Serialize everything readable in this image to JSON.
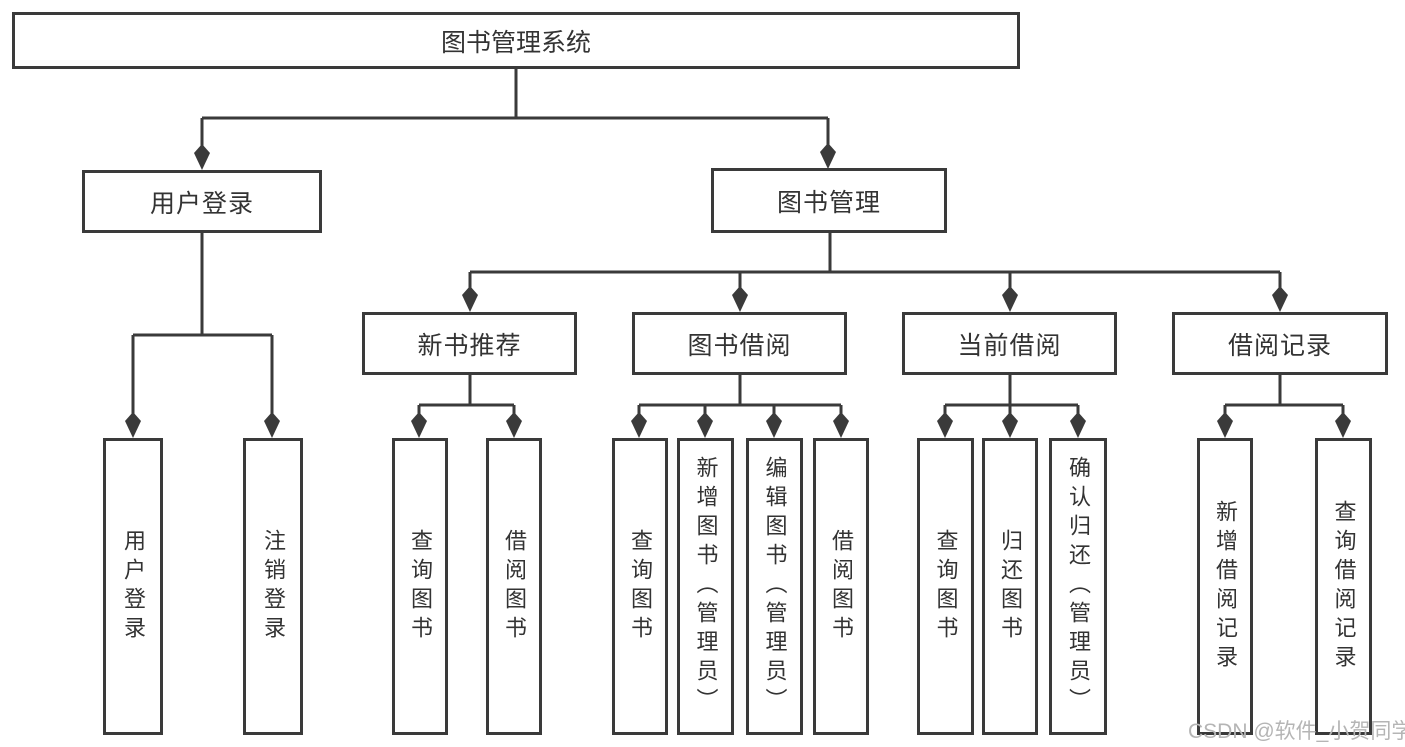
{
  "tree": {
    "label": "图书管理系统",
    "children": [
      {
        "label": "用户登录",
        "children": [
          {
            "label": "用户登录"
          },
          {
            "label": "注销登录"
          }
        ]
      },
      {
        "label": "图书管理",
        "children": [
          {
            "label": "新书推荐",
            "children": [
              {
                "label": "查询图书"
              },
              {
                "label": "借阅图书"
              }
            ]
          },
          {
            "label": "图书借阅",
            "children": [
              {
                "label": "查询图书"
              },
              {
                "label": "新增图书（管理员）"
              },
              {
                "label": "编辑图书（管理员）"
              },
              {
                "label": "借阅图书"
              }
            ]
          },
          {
            "label": "当前借阅",
            "children": [
              {
                "label": "查询图书"
              },
              {
                "label": "归还图书"
              },
              {
                "label": "确认归还（管理员）"
              }
            ]
          },
          {
            "label": "借阅记录",
            "children": [
              {
                "label": "新增借阅记录"
              },
              {
                "label": "查询借阅记录"
              }
            ]
          }
        ]
      }
    ]
  },
  "watermark": {
    "text": "CSDN @软件_小贺同学"
  },
  "colors": {
    "line": "#3a3a3a",
    "text": "#333333",
    "background": "#ffffff",
    "watermark": "#b5b5b5"
  }
}
